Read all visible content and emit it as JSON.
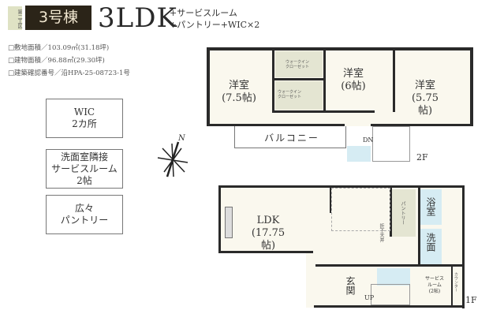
{
  "header": {
    "area_tag": "第二工区",
    "building": "3号棟",
    "layout": "3LDK",
    "features": [
      "+サービスルーム",
      "+パントリー+WIC×2"
    ]
  },
  "specs": [
    "□敷地面積／103.09㎡(31.18坪)",
    "□建物面積／96.88㎡(29.30坪)",
    "□建築確認番号／沿HPA-25-08723-1号"
  ],
  "highlights": [
    {
      "lines": [
        "WIC",
        "2カ所"
      ]
    },
    {
      "lines": [
        "洗面室隣接",
        "サービスルーム",
        "2帖"
      ]
    },
    {
      "lines": [
        "広々",
        "パントリー"
      ]
    }
  ],
  "compass": {
    "label": "N"
  },
  "floor2": {
    "label": "2F",
    "rooms": {
      "western1": [
        "洋室",
        "(7.5帖)"
      ],
      "western2": [
        "洋室",
        "(6帖)"
      ],
      "western3": [
        "洋室",
        "(5.75帖)"
      ],
      "wic": "ウォークイン クローゼット",
      "balcony": "バルコニー",
      "stairs": "DN"
    }
  },
  "floor1": {
    "label": "1F",
    "rooms": {
      "ldk": [
        "LDK",
        "(17.75帖)"
      ],
      "ceiling": "折下天井",
      "pantry": "パントリー",
      "bath": "浴室",
      "washroom": "洗面",
      "service": [
        "サービス",
        "ルーム",
        "(2帖)"
      ],
      "counter": "カウンター",
      "entrance": "玄関",
      "stairs": "UP"
    }
  }
}
